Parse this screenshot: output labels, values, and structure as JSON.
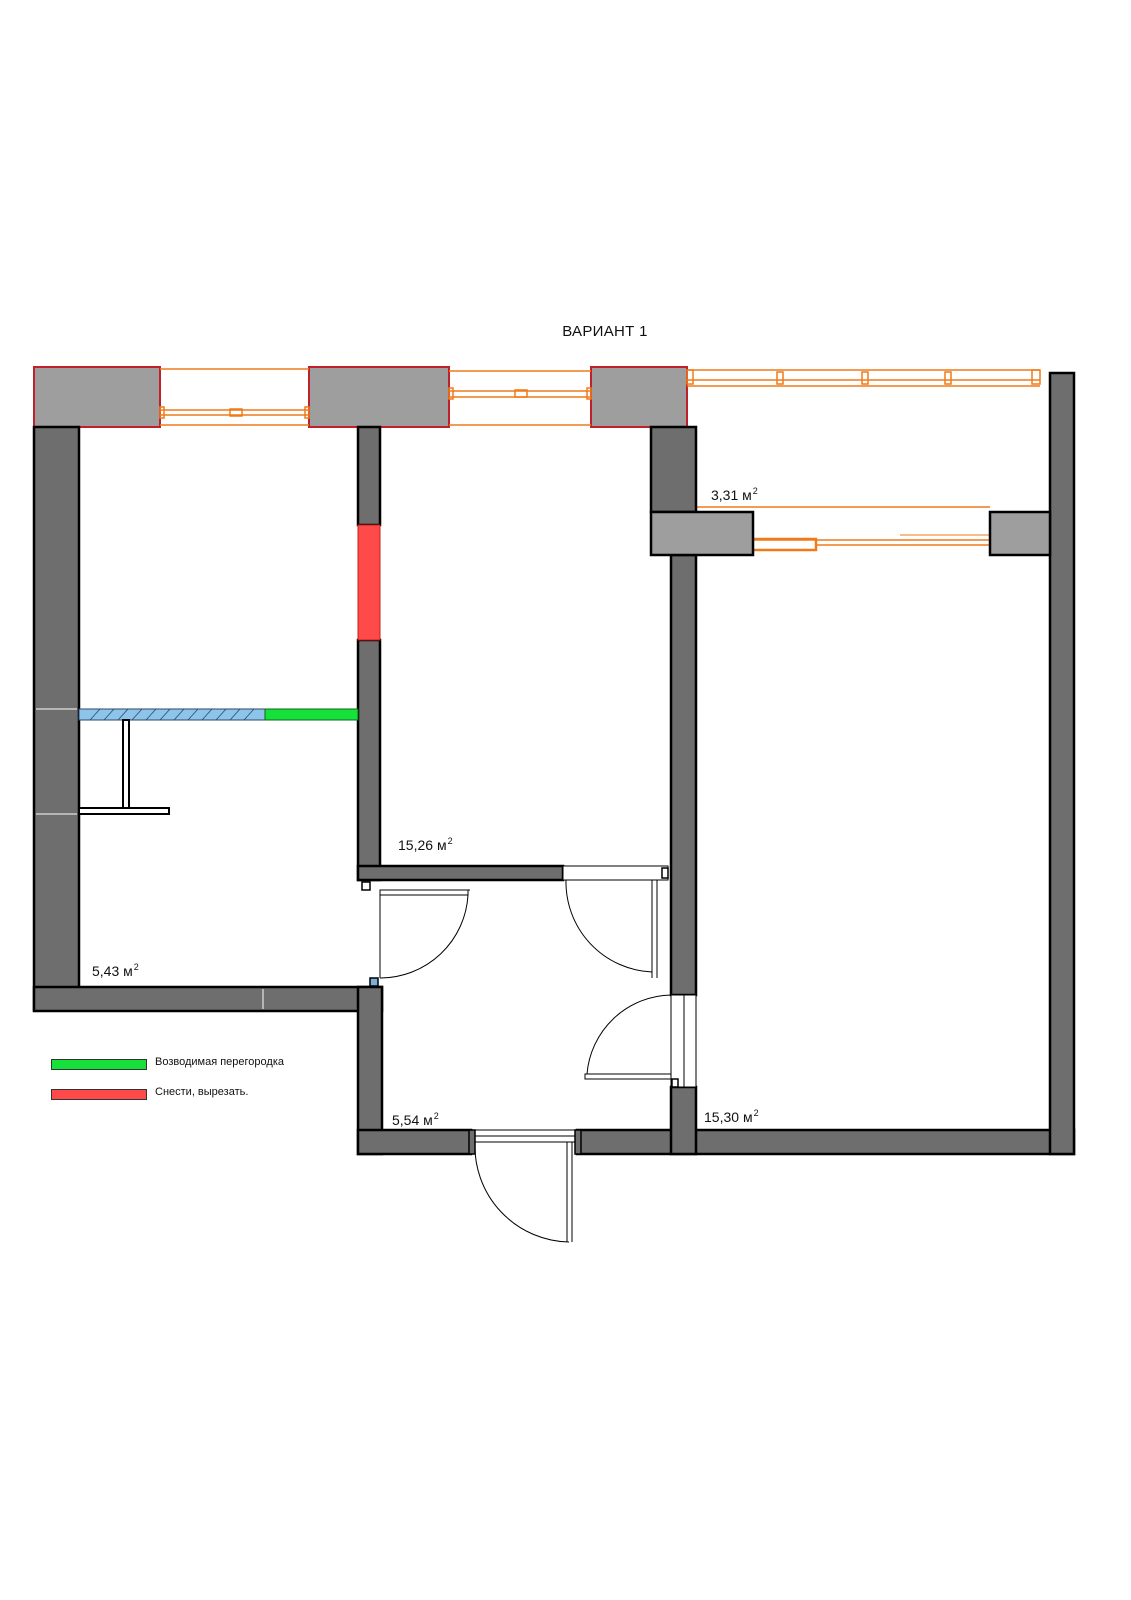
{
  "title": "ВАРИАНТ 1",
  "unit": "м",
  "rooms": [
    {
      "area": "3,31"
    },
    {
      "area": "15,26"
    },
    {
      "area": "5,43"
    },
    {
      "area": "5,54"
    },
    {
      "area": "15,30"
    }
  ],
  "legend": [
    {
      "label": "Возводимая перегородка",
      "color": "#16e03a"
    },
    {
      "label": "Снести, вырезать.",
      "color": "#ff4a4a"
    }
  ],
  "colors": {
    "wall": "#6e6e6e",
    "wall_outline": "#000000",
    "window_pier": "#9e9e9e",
    "window_pier_outline": "#c0202a",
    "window_frame": "#f07a1a",
    "partition_existing": "#8ec4ea"
  }
}
